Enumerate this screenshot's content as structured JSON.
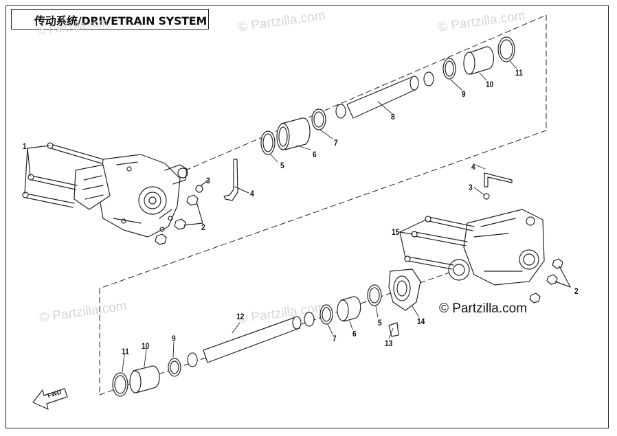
{
  "title": "传动系统/DRIVETRAIN SYSTEM",
  "brand": "© Partzilla.com",
  "watermarks": [
    "© Partzilla.com",
    "© Partzilla.com",
    "© Partzilla.com",
    "© Partzilla.com",
    "© Partzilla.com"
  ],
  "fwd_label": "FWD",
  "callouts": {
    "c1": "1",
    "c2a": "2",
    "c3a": "3",
    "c4a": "4",
    "c5a": "5",
    "c6a": "6",
    "c7a": "7",
    "c8": "8",
    "c9a": "9",
    "c10a": "10",
    "c11a": "11",
    "c4b": "4",
    "c3b": "3",
    "c15": "15",
    "c2b": "2",
    "c14": "14",
    "c13": "13",
    "c5b": "5",
    "c6b": "6",
    "c7b": "7",
    "c12": "12",
    "c9b": "9",
    "c10b": "10",
    "c11b": "11"
  },
  "colors": {
    "line": "#222222",
    "watermark": "#d6d6d6"
  }
}
